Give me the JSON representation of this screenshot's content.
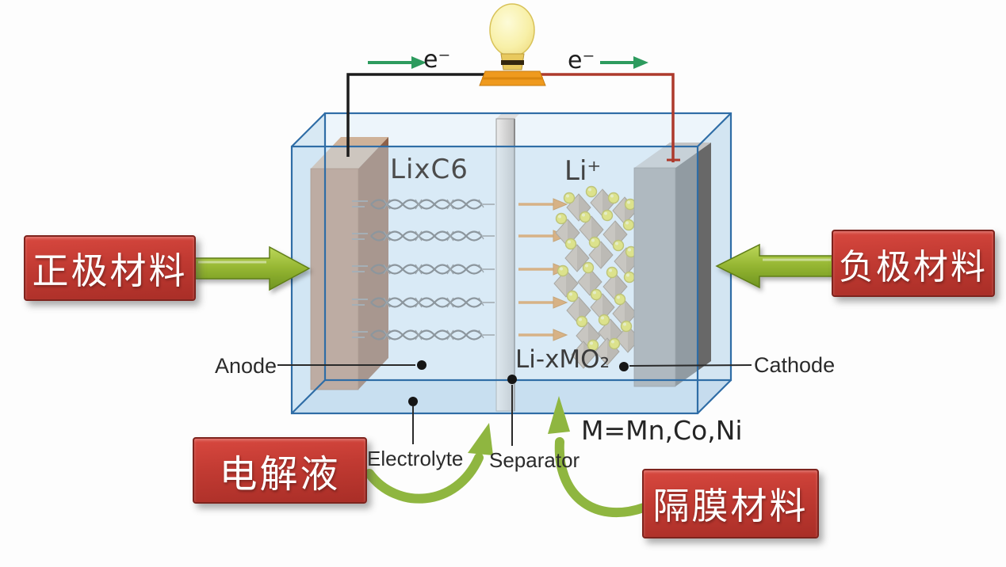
{
  "callouts": {
    "positive": "正极材料",
    "negative": "负极材料",
    "electrolyte": "电解液",
    "separator": "隔膜材料"
  },
  "cell": {
    "anode_formula": "LixC6",
    "lithium_ion": "Li⁺",
    "cathode_formula": "Li-xMO₂",
    "metal_note": "M=Mn,Co,Ni",
    "anode_label": "Anode",
    "cathode_label": "Cathode",
    "electrolyte_label": "Electrolyte",
    "separator_label": "Separator"
  },
  "circuit": {
    "electron_left": "e⁻",
    "electron_right": "e⁻"
  },
  "colors": {
    "callout_red": "#c13a32",
    "block_arrow_green": "#9ab83c",
    "electron_arrow_green": "#2d9b5e",
    "ion_arrow_orange": "#e09038",
    "container_edge_blue": "#2f6da6",
    "anode_brown": "#b3866a",
    "cathode_gray": "#9c9c9c",
    "separator_gray": "#cfcfcf",
    "lithium_yellow": "#e8e242",
    "wire_black": "#1c1c1c",
    "wire_red": "#ad3a2c"
  }
}
